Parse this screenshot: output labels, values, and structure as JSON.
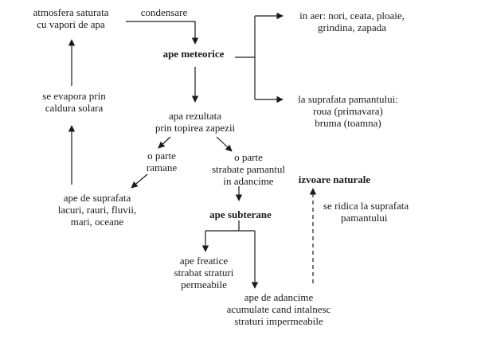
{
  "nodes": {
    "atmosfera": {
      "line1": "atmosfera saturata",
      "line2": "cu vapori de apa"
    },
    "condensare": "condensare",
    "ape_meteorice": "ape meteorice",
    "in_aer": {
      "line1": "in aer: nori, ceata, ploaie,",
      "line2": "grindina, zapada"
    },
    "la_suprafata": {
      "line1": "la suprafata pamantului:",
      "line2": "roua (primavara)",
      "line3": "bruma (toamna)"
    },
    "se_evapora": {
      "line1": "se evapora prin",
      "line2": "caldura solara"
    },
    "apa_rezultata": {
      "line1": "apa rezultata",
      "line2": "prin topirea zapezii"
    },
    "o_parte_ramane": {
      "line1": "o parte",
      "line2": "ramane"
    },
    "o_parte_strabate": {
      "line1": "o parte",
      "line2": "strabate pamantul",
      "line3": "in adancime"
    },
    "izvoare_naturale": "izvoare naturale",
    "ape_de_suprafata": {
      "title": "ape de suprafata",
      "line1": "lacuri, rauri, fluvii,",
      "line2": "mari, oceane"
    },
    "ape_subterane": "ape subterane",
    "se_ridica": {
      "line1": "se ridica la suprafata",
      "line2": "pamantului"
    },
    "ape_freatice": {
      "title": "ape freatice",
      "line1": "strabat straturi",
      "line2": "permeabile"
    },
    "ape_de_adancime": {
      "title": "ape de adancime",
      "line1": "acumulate cand intalnesc",
      "line2": "straturi impermeabile"
    }
  }
}
